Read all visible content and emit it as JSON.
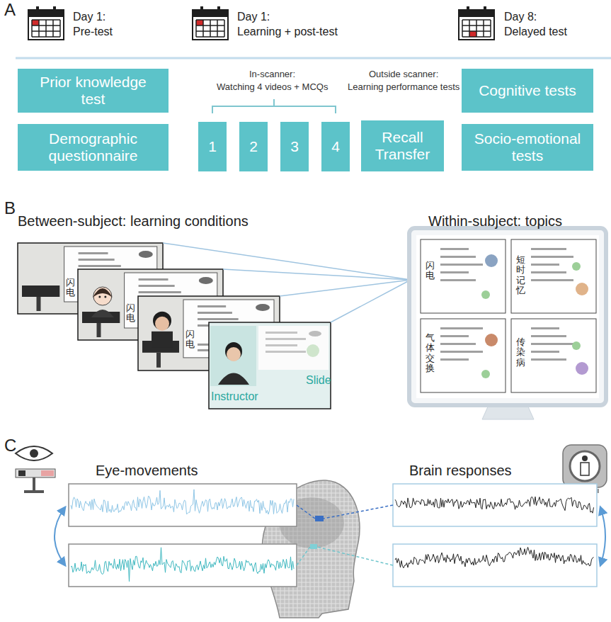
{
  "diagram": {
    "nodes": [
      {
        "text": [
          "Prior knowledge test"
        ]
      },
      {
        "text": [
          "Demographic questionnaire"
        ]
      },
      {
        "text": [
          "1"
        ]
      },
      {
        "text": [
          "2"
        ]
      },
      {
        "text": [
          "3"
        ]
      },
      {
        "text": [
          "4"
        ]
      },
      {
        "text": [
          "Recall Transfer"
        ]
      },
      {
        "text": [
          "Cognitive tests"
        ]
      },
      {
        "text": [
          "Socio-emotional tests"
        ]
      }
    ],
    "labels": [
      "A",
      "Day 1:",
      "Pre-test",
      "Day 1:",
      "Learning + post-test",
      "Day 8:",
      "Delayed test",
      "In-scanner:",
      "Watching 4 videos + MCQs",
      "Outside scanner:",
      "Learning performance tests",
      "B",
      "Between-subject: learning conditions",
      "Within-subject: topics",
      "闪电",
      "闪电",
      "闪电",
      "Instructor",
      "Slide",
      "闪电",
      "短时记忆",
      "气体交换",
      "传染病",
      "C",
      "Eye-movements",
      "Brain responses"
    ]
  }
}
